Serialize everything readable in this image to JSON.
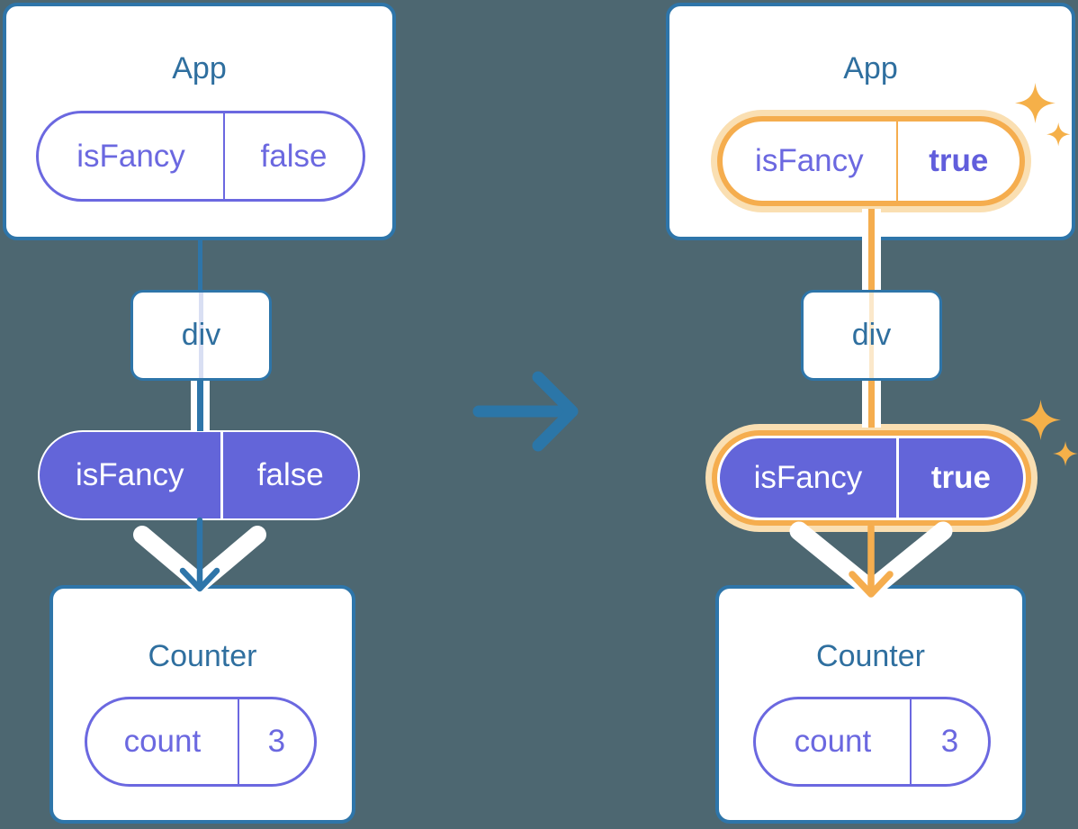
{
  "colors": {
    "background": "#4D6771",
    "card_fill": "#FFFFFF",
    "card_border_blue": "#2E75A9",
    "node_title_blue": "#2F6F9F",
    "pill_purple_border": "#6B68E0",
    "pill_purple_fill": "#6365D9",
    "pill_bold_value_purple": "#615EDC",
    "highlight_orange": "#F5AD4E",
    "highlight_orange_glow": "#FADFB2",
    "sparkle_orange": "#F5B049",
    "through_line_blue_pale": "#D9DFF3",
    "through_line_orange_pale": "#FBE8CA",
    "arrow_white": "#FFFFFF",
    "transition_arrow_blue": "#2B76A8"
  },
  "left_tree": {
    "app_card": {
      "title": "App",
      "prop_pill": {
        "name": "isFancy",
        "value": "false"
      }
    },
    "div_node": {
      "label": "div"
    },
    "passed_prop_pill": {
      "name": "isFancy",
      "value": "false"
    },
    "counter_card": {
      "title": "Counter",
      "state_pill": {
        "name": "count",
        "value": "3"
      }
    }
  },
  "right_tree": {
    "app_card": {
      "title": "App",
      "prop_pill": {
        "name": "isFancy",
        "value": "true"
      }
    },
    "div_node": {
      "label": "div"
    },
    "passed_prop_pill": {
      "name": "isFancy",
      "value": "true"
    },
    "counter_card": {
      "title": "Counter",
      "state_pill": {
        "name": "count",
        "value": "3"
      }
    }
  }
}
